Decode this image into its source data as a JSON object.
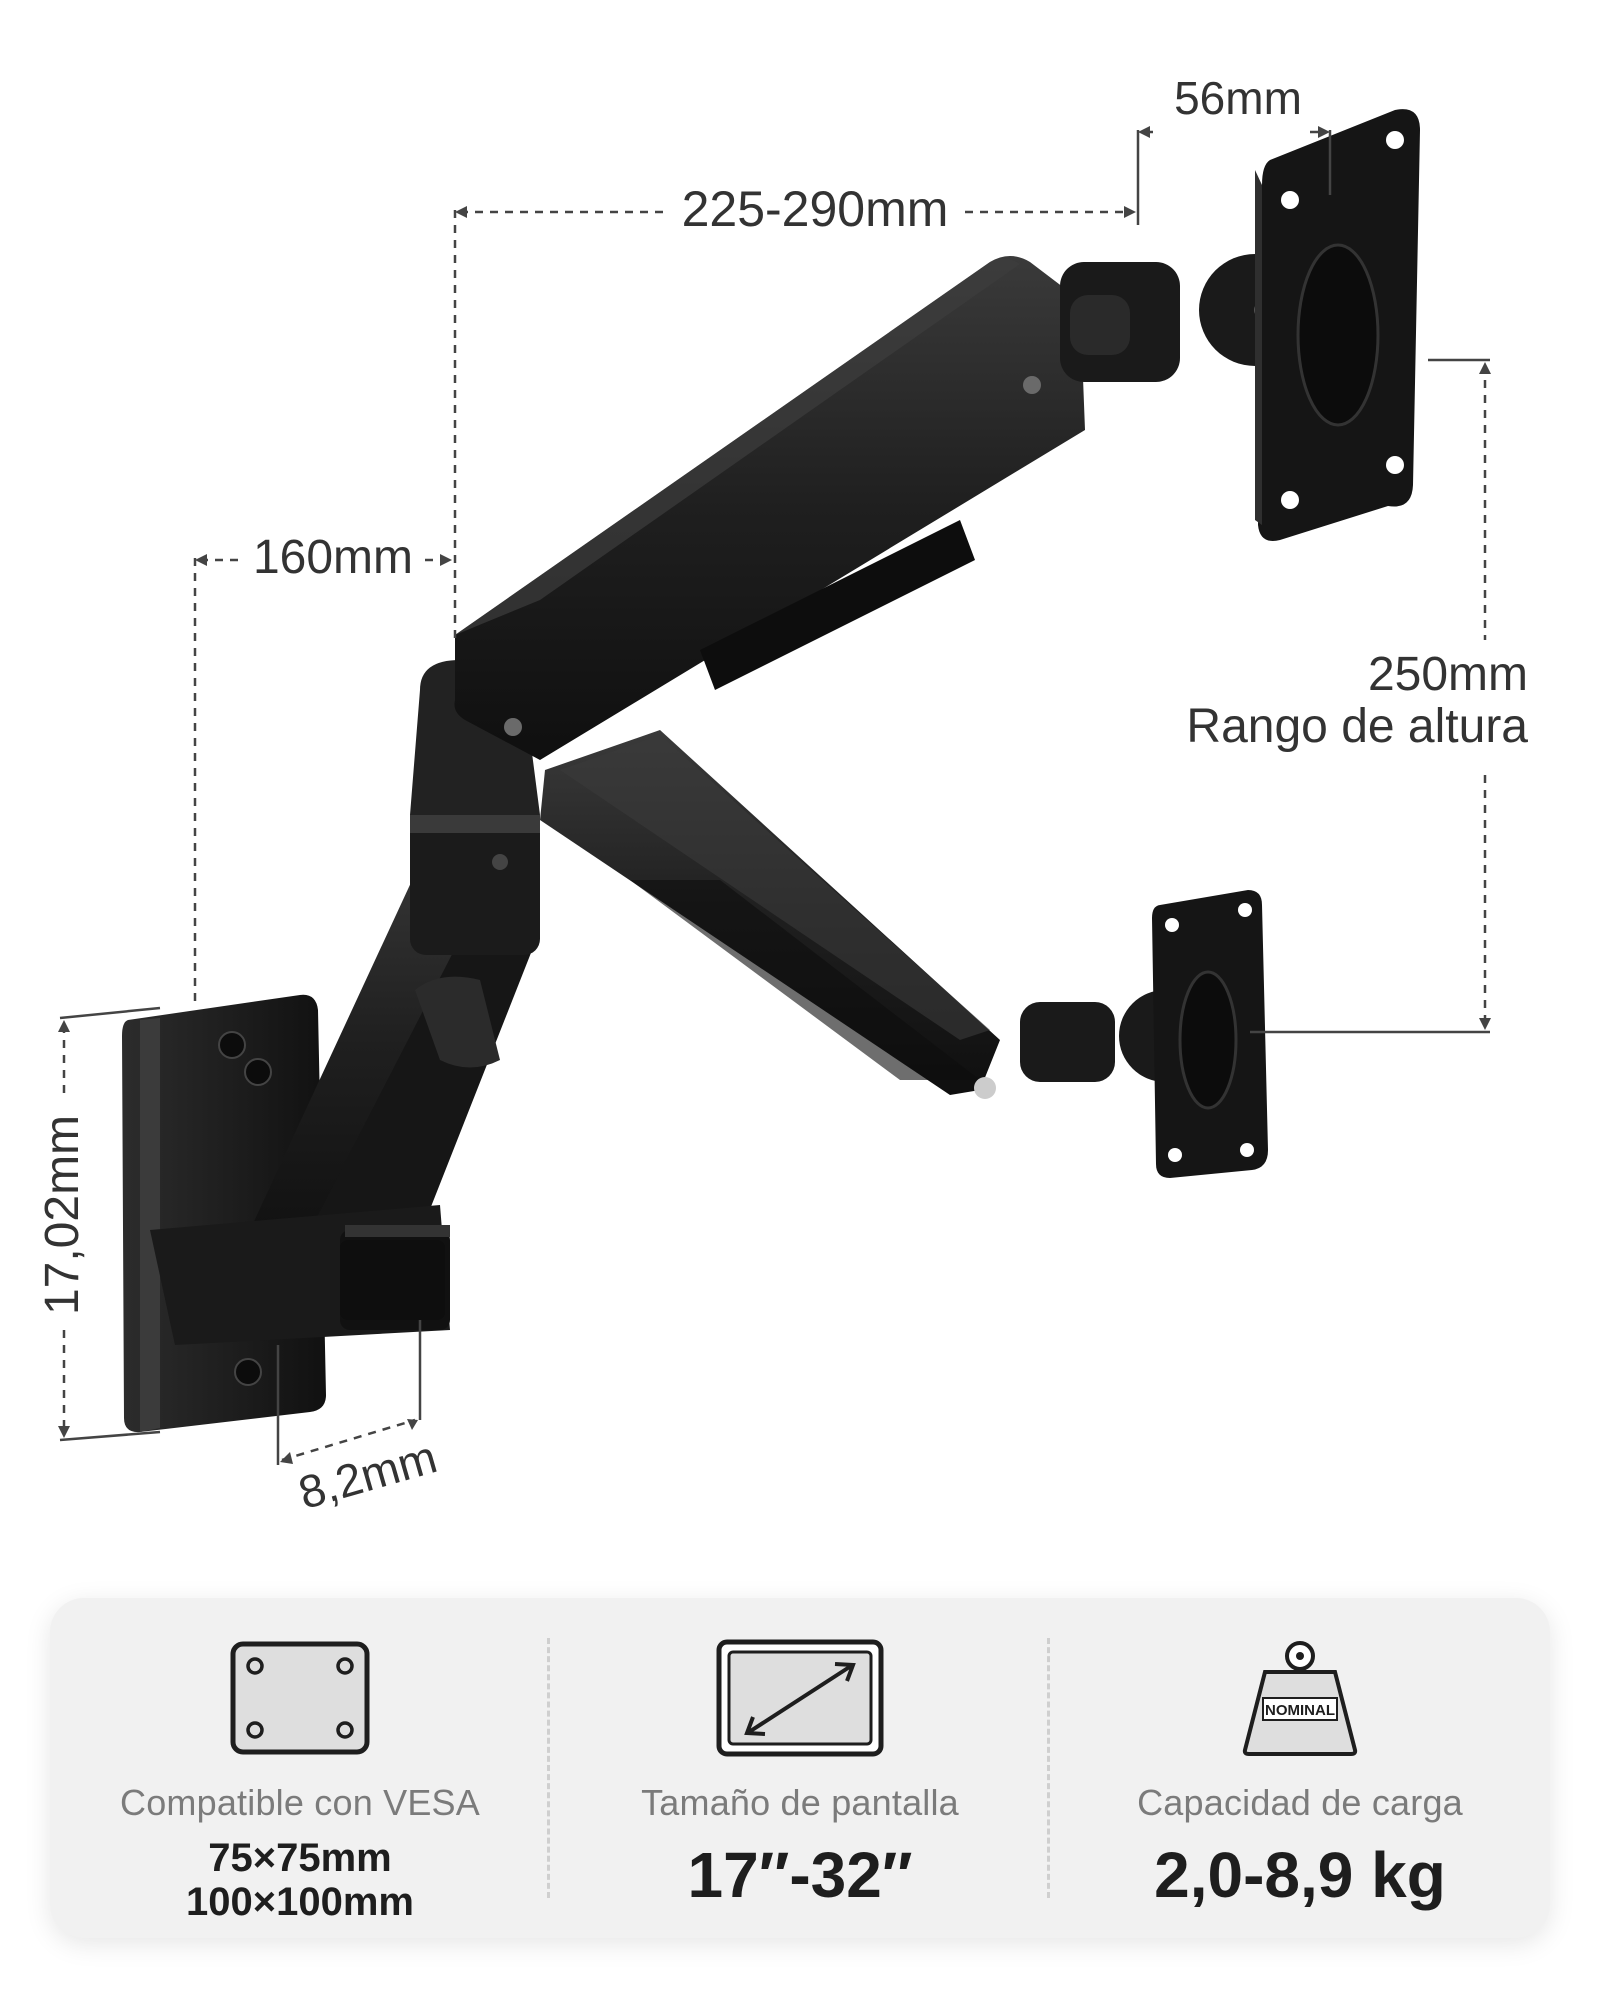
{
  "dimensions": {
    "offset_56": "56mm",
    "arm_reach": "225-290mm",
    "base_depth": "160mm",
    "height_value": "250mm",
    "height_label": "Rango de altura",
    "plate_height": "17,02mm",
    "plate_width": "8,2mm"
  },
  "specs": {
    "vesa": {
      "label": "Compatible con VESA",
      "value_1": "75×75mm",
      "value_2": "100×100mm"
    },
    "screen": {
      "label": "Tamaño de pantalla",
      "value": "17″-32″"
    },
    "load": {
      "label": "Capacidad de carga",
      "value": "2,0-8,9 kg",
      "weight_badge": "NOMINAL"
    }
  },
  "colors": {
    "arm_black": "#1c1c1c",
    "card_bg": "#f1f1f1",
    "label_gray": "#7b7b7b",
    "value_dark": "#1e1e1e"
  }
}
